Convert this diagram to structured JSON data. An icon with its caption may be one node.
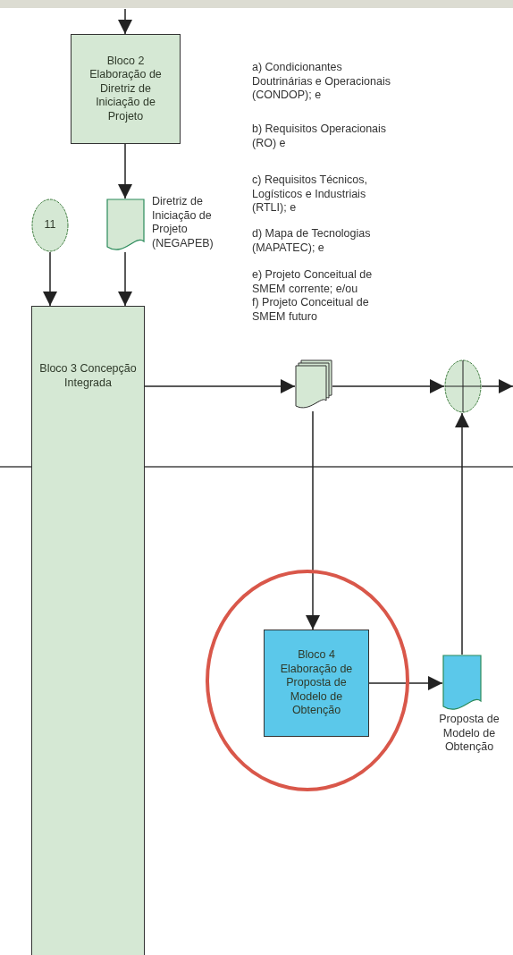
{
  "diagram": {
    "nodes": [
      {
        "text": [
          "Bloco 2 Elaboração de Diretriz de Iniciação de Projeto"
        ]
      },
      {
        "text": [
          "11"
        ]
      },
      {
        "text": [],
        "shape": "document",
        "beside": [
          "Diretriz de Iniciação de Projeto (NEGAPEB)"
        ]
      },
      {
        "text": [
          "Bloco 3 Concepção Integrada"
        ]
      },
      {
        "text": [],
        "shape": "documents",
        "beside": [
          "a) Condicionantes Doutrinárias e Operacionais (CONDOP); e",
          "b) Requisitos Operacionais (RO) e",
          "c) Requisitos Técnicos, Logísticos e Industriais (RTLI); e",
          "d) Mapa de Tecnologias (MAPATEC); e",
          "e) Projeto Conceitual de SMEM corrente; e/ou",
          "f) Projeto Conceitual de SMEM futuro"
        ]
      },
      {
        "text": [],
        "shape": "circle"
      },
      {
        "text": [
          "Bloco 4 Elaboração de Proposta de Modelo de Obtenção"
        ]
      },
      {
        "text": [],
        "shape": "document",
        "beside": [
          "Proposta de Modelo de Obtenção"
        ]
      }
    ],
    "edges": [
      {
        "from": null,
        "to": 0,
        "arrow": "to"
      },
      {
        "from": 0,
        "to": 2,
        "arrow": "to"
      },
      {
        "from": 1,
        "to": 3,
        "arrow": "to"
      },
      {
        "from": 2,
        "to": 3,
        "arrow": "to"
      },
      {
        "from": 3,
        "to": 4,
        "arrow": "to"
      },
      {
        "from": 4,
        "to": 5,
        "arrow": "to"
      },
      {
        "from": 5,
        "to": null,
        "arrow": "to"
      },
      {
        "from": 4,
        "to": 6,
        "arrow": "to"
      },
      {
        "from": 6,
        "to": 7,
        "arrow": "to"
      },
      {
        "from": 7,
        "to": 5,
        "arrow": "to"
      }
    ]
  }
}
